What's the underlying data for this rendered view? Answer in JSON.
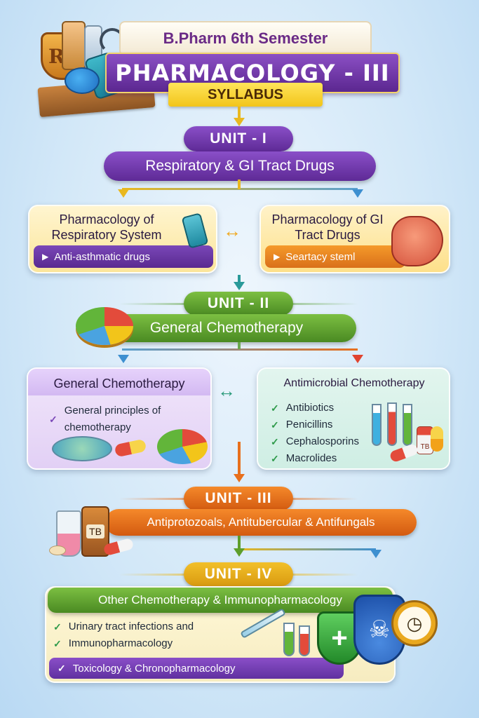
{
  "header": {
    "subtitle": "B.Pharm 6th Semester",
    "title": "PHARMACOLOGY - III",
    "ribbon": "SYLLABUS",
    "rx_symbol": "Rx"
  },
  "unit1": {
    "label": "UNIT - I",
    "topic": "Respiratory & GI Tract Drugs",
    "left_card": {
      "title": "Pharmacology of Respiratory System",
      "pill": "Anti-asthmatic drugs"
    },
    "right_card": {
      "title": "Pharmacology of GI Tract Drugs",
      "pill": "Seartacy steml"
    }
  },
  "unit2": {
    "label": "UNIT - II",
    "topic": "General Chemotherapy",
    "left_card": {
      "title": "General Chemotherapy",
      "items": [
        "General principles of chemotherapy"
      ]
    },
    "right_card": {
      "title": "Antimicrobial Chemotherapy",
      "items": [
        "Antibiotics",
        "Penicillins",
        "Cephalosporins",
        "Macrolides"
      ],
      "tb_label": "TB"
    }
  },
  "unit3": {
    "label": "UNIT - III",
    "topic": "Antiprotozoals, Antitubercular & Antifungals",
    "tb_label": "TB"
  },
  "unit4": {
    "label": "UNIT - IV",
    "topic": "Other Chemotherapy & Immunopharmacology",
    "items": [
      "Urinary tract infections and",
      "Immunopharmacology"
    ],
    "pill": "Toxicology & Chronopharmacology"
  },
  "icons": [
    "book-icon",
    "rx-shield-icon",
    "inhaler-icon",
    "stomach-icon",
    "pie-chart-icon",
    "petri-dish-icon",
    "test-tubes-icon",
    "capsule-icon",
    "syringe-icon",
    "shield-plus-icon",
    "poison-flask-icon",
    "clock-icon"
  ],
  "colors": {
    "purple": "#6a35a8",
    "green": "#5d9e2b",
    "orange": "#e86f1c",
    "gold": "#e9b81f",
    "teal": "#2a9a9a"
  }
}
